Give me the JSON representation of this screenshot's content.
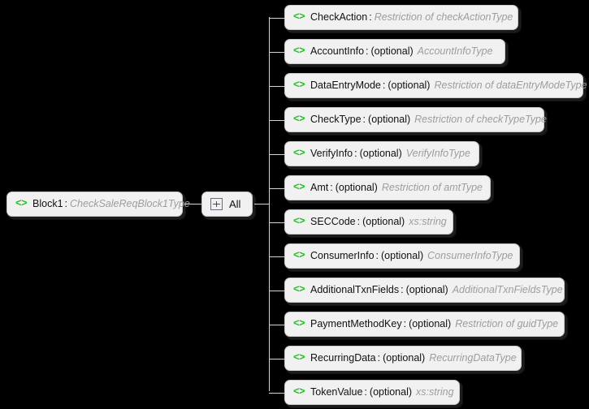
{
  "diagram": {
    "type": "xml-schema-tree",
    "background_color": "#000000",
    "node_fill_color": "#f1f1f1",
    "element_icon_color": "#22c022",
    "type_text_color": "#9d9d9d",
    "connector_color": "#d4d4d4",
    "element_icon": "<>",
    "icon_name": "element-code-icon"
  },
  "root": {
    "icon": "<>",
    "name": "Block1",
    "separator": ":",
    "type": "CheckSaleReqBlock1Type"
  },
  "compositor": {
    "icon_name": "all-compositor-icon",
    "label": "All"
  },
  "children": [
    {
      "icon": "<>",
      "name": "CheckAction",
      "separator": ":",
      "optional": "",
      "type": "Restriction of checkActionType"
    },
    {
      "icon": "<>",
      "name": "AccountInfo",
      "separator": ":",
      "optional": "(optional)",
      "type": "AccountInfoType"
    },
    {
      "icon": "<>",
      "name": "DataEntryMode",
      "separator": ":",
      "optional": "(optional)",
      "type": "Restriction of dataEntryModeType"
    },
    {
      "icon": "<>",
      "name": "CheckType",
      "separator": ":",
      "optional": "(optional)",
      "type": "Restriction of checkTypeType"
    },
    {
      "icon": "<>",
      "name": "VerifyInfo",
      "separator": ":",
      "optional": "(optional)",
      "type": "VerifyInfoType"
    },
    {
      "icon": "<>",
      "name": "Amt",
      "separator": ":",
      "optional": "(optional)",
      "type": "Restriction of amtType"
    },
    {
      "icon": "<>",
      "name": "SECCode",
      "separator": ":",
      "optional": "(optional)",
      "type": "xs:string"
    },
    {
      "icon": "<>",
      "name": "ConsumerInfo",
      "separator": ":",
      "optional": "(optional)",
      "type": "ConsumerInfoType"
    },
    {
      "icon": "<>",
      "name": "AdditionalTxnFields",
      "separator": ":",
      "optional": "(optional)",
      "type": "AdditionalTxnFieldsType"
    },
    {
      "icon": "<>",
      "name": "PaymentMethodKey",
      "separator": ":",
      "optional": "(optional)",
      "type": "Restriction of guidType"
    },
    {
      "icon": "<>",
      "name": "RecurringData",
      "separator": ":",
      "optional": "(optional)",
      "type": "RecurringDataType"
    },
    {
      "icon": "<>",
      "name": "TokenValue",
      "separator": ":",
      "optional": "(optional)",
      "type": "xs:string"
    }
  ]
}
